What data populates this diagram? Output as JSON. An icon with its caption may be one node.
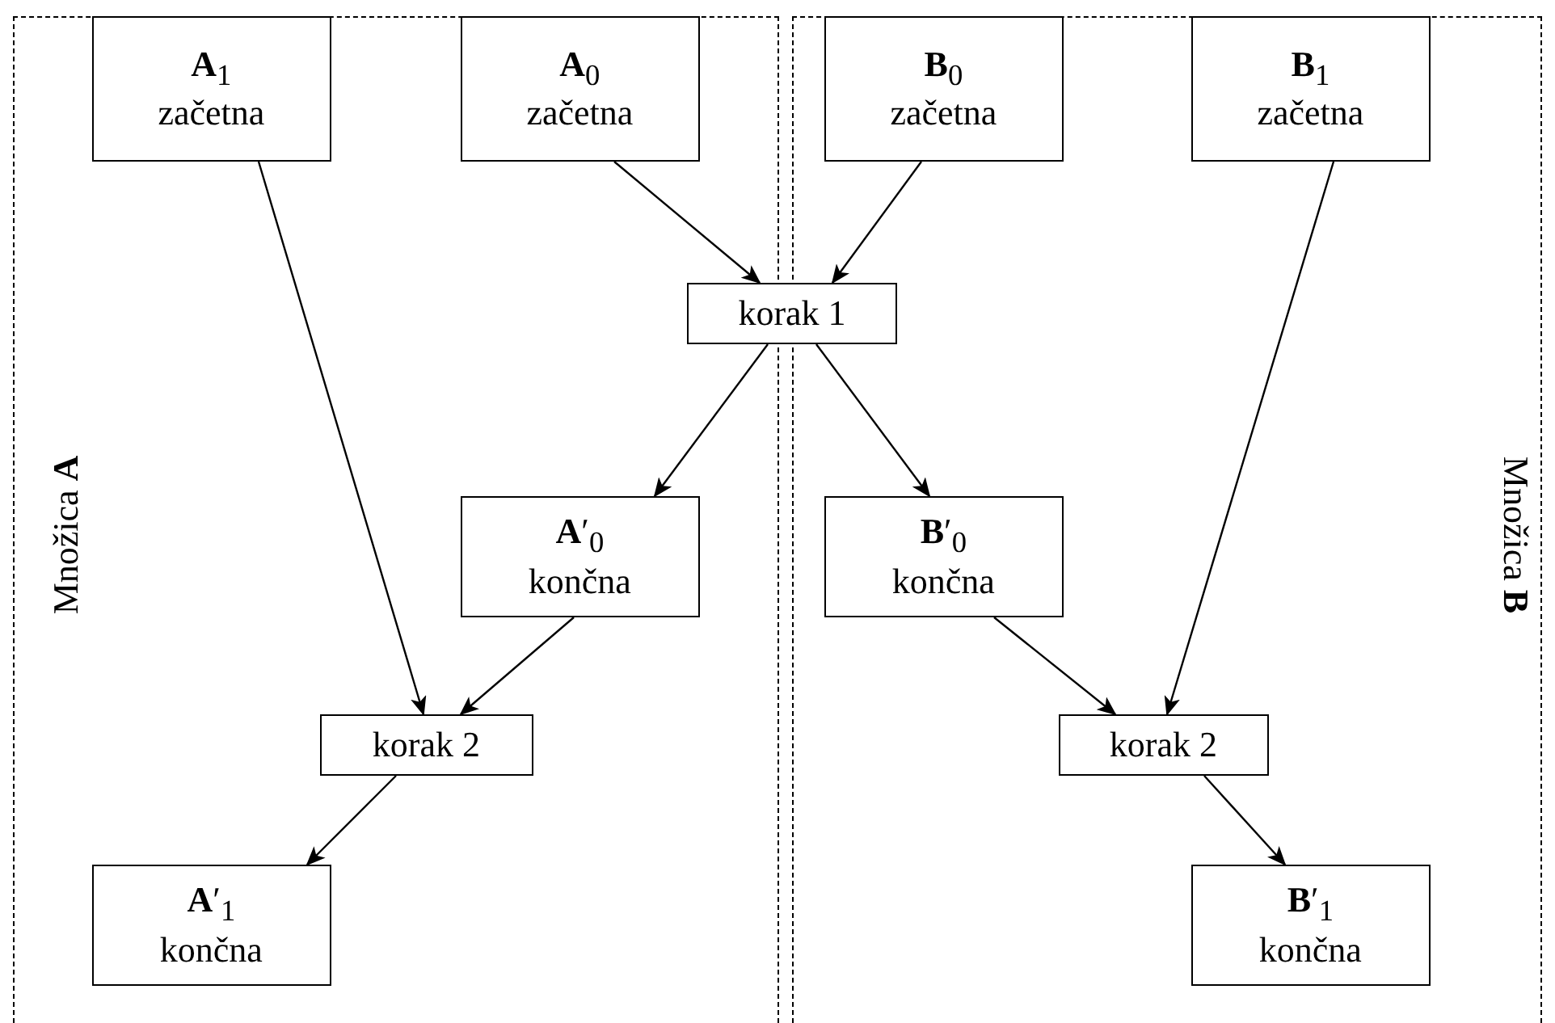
{
  "diagram": {
    "nodes": [
      {
        "text": [
          "Množica **A**"
        ]
      },
      {
        "text": [
          "Množica **B**"
        ]
      },
      {
        "text": [
          "**A**$_{1}$",
          "začetna"
        ],
        "in": 0
      },
      {
        "text": [
          "**A**$_{0}$",
          "začetna"
        ],
        "in": 0
      },
      {
        "text": [
          "**B**$_{0}$",
          "začetna"
        ],
        "in": 1
      },
      {
        "text": [
          "**B**$_{1}$",
          "začetna"
        ],
        "in": 1
      },
      {
        "text": [
          "korak 1"
        ]
      },
      {
        "text": [
          "**A**′$_{0}$",
          "končna"
        ],
        "in": 0
      },
      {
        "text": [
          "**B**′$_{0}$",
          "končna"
        ],
        "in": 1
      },
      {
        "text": [
          "korak 2"
        ],
        "in": 0
      },
      {
        "text": [
          "korak 2"
        ],
        "in": 1
      },
      {
        "text": [
          "**A**′$_{1}$",
          "končna"
        ],
        "in": 0
      },
      {
        "text": [
          "**B**′$_{1}$",
          "končna"
        ],
        "in": 1
      }
    ],
    "edges": [
      {
        "from": 2,
        "to": 9,
        "arrow": "to"
      },
      {
        "from": 3,
        "to": 6,
        "arrow": "to"
      },
      {
        "from": 4,
        "to": 6,
        "arrow": "to"
      },
      {
        "from": 5,
        "to": 10,
        "arrow": "to"
      },
      {
        "from": 6,
        "to": 7,
        "arrow": "to"
      },
      {
        "from": 6,
        "to": 8,
        "arrow": "to"
      },
      {
        "from": 7,
        "to": 9,
        "arrow": "to"
      },
      {
        "from": 8,
        "to": 10,
        "arrow": "to"
      },
      {
        "from": 9,
        "to": 11,
        "arrow": "to"
      },
      {
        "from": 10,
        "to": 12,
        "arrow": "to"
      }
    ]
  }
}
